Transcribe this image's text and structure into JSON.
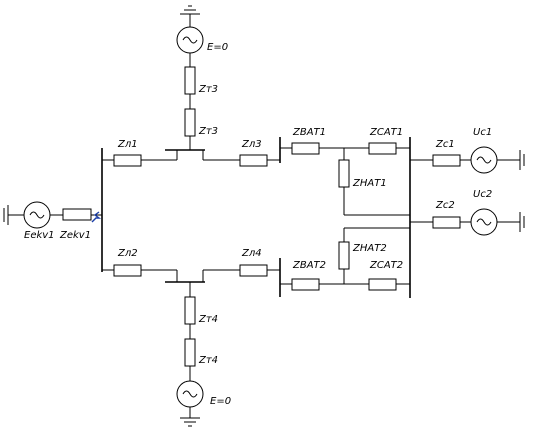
{
  "diagram": {
    "labels": {
      "e_top": "E=0",
      "zt3_upper": "Zт3",
      "zt3_lower": "Zт3",
      "zl1": "Zл1",
      "zl3": "Zл3",
      "zbat1_left": "ZВАТ1",
      "zcat1": "ZСАТ1",
      "zhat1": "ZНАТ1",
      "zc1": "Zc1",
      "uc1": "Uc1",
      "zc2": "Zc2",
      "uc2": "Uc2",
      "zhat2": "ZНАТ2",
      "zbat2": "ZВАТ2",
      "zcat2": "ZСАТ2",
      "zl2": "Zл2",
      "zl4": "Zл4",
      "zt4_upper": "Zт4",
      "zt4_lower": "Zт4",
      "e_bottom": "E=0",
      "eekv1": "Eekv1",
      "zekv1": "Zekv1"
    }
  }
}
